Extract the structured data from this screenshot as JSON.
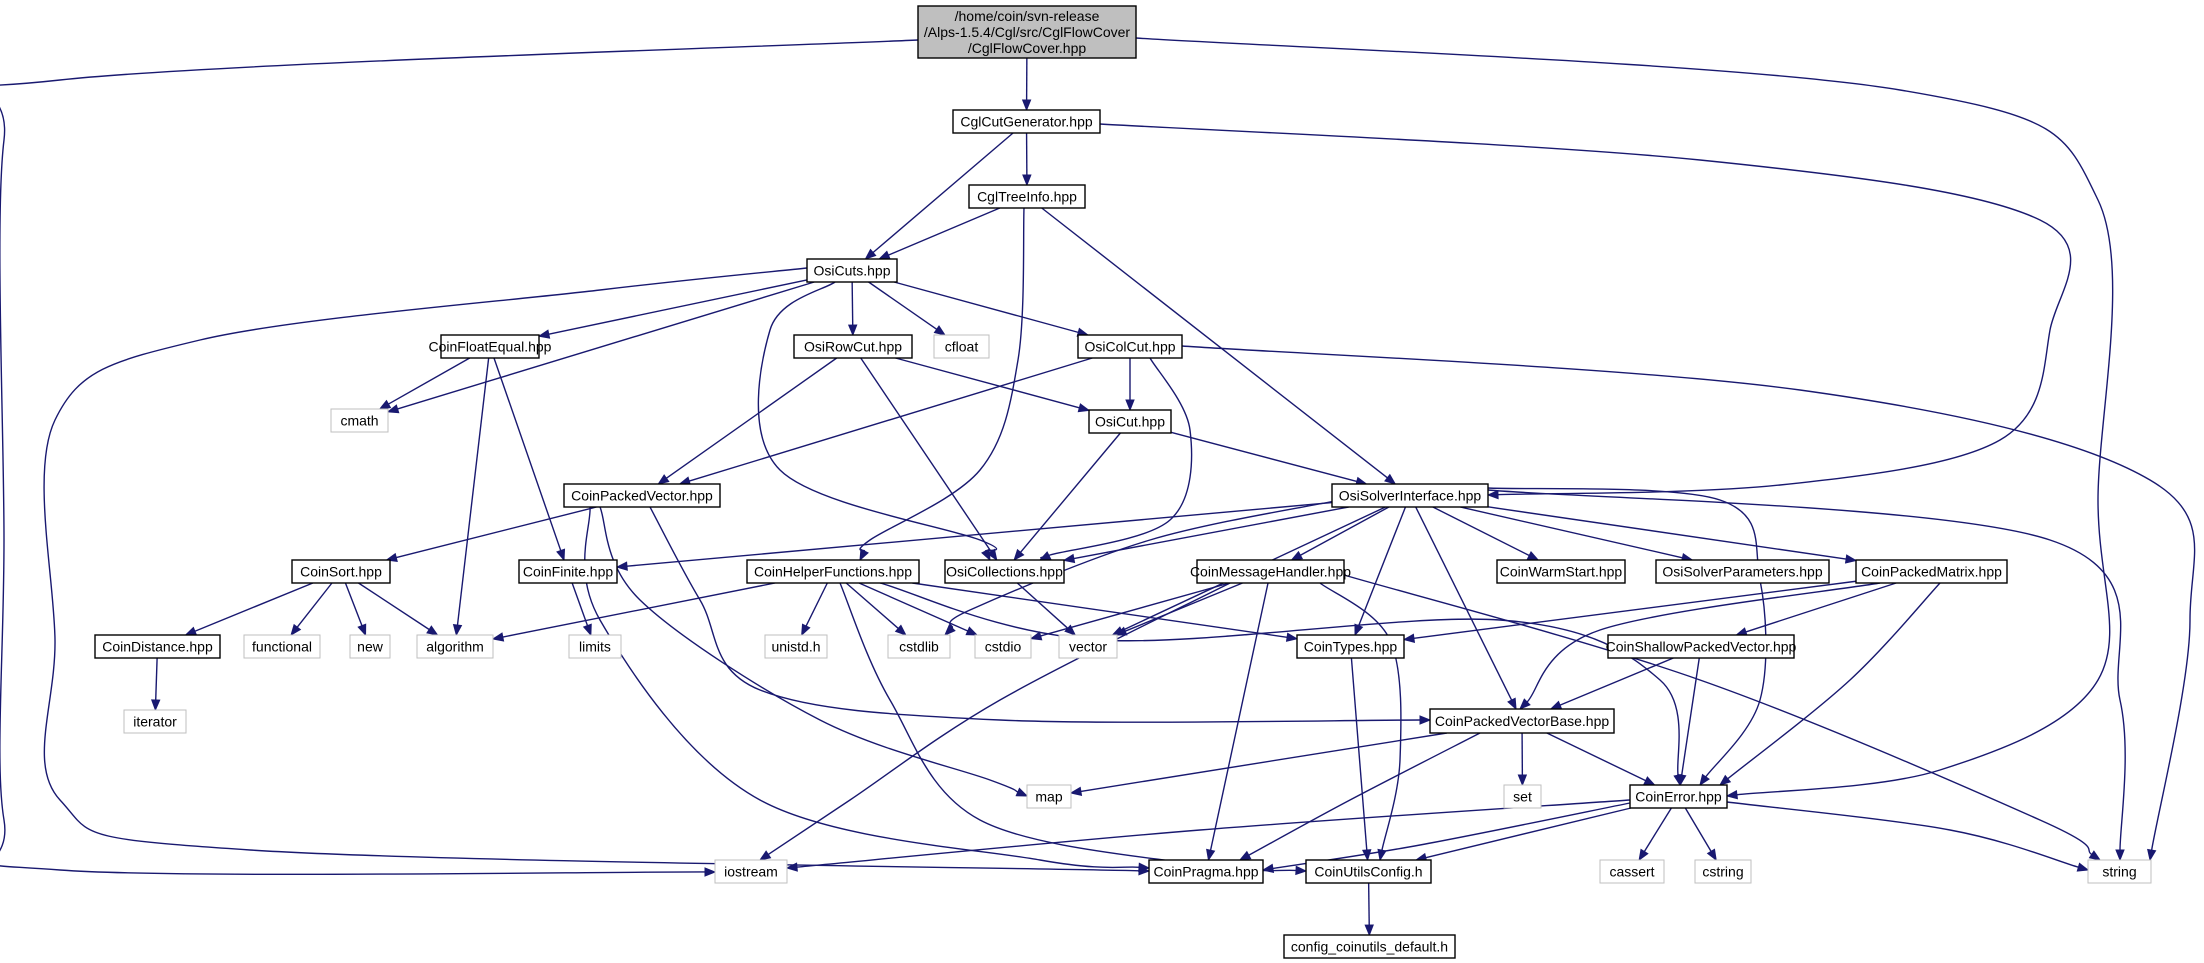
{
  "diagram": {
    "nodes": {
      "root": {
        "lines": [
          "/home/coin/svn-release",
          "/Alps-1.5.4/Cgl/src/CglFlowCover",
          "/CglFlowCover.hpp"
        ],
        "style": "root"
      },
      "cglcutgen": {
        "lines": [
          "CglCutGenerator.hpp"
        ],
        "style": "file"
      },
      "cgltreeinfo": {
        "lines": [
          "CglTreeInfo.hpp"
        ],
        "style": "file"
      },
      "osicuts": {
        "lines": [
          "OsiCuts.hpp"
        ],
        "style": "file"
      },
      "coinfloatequal": {
        "lines": [
          "CoinFloatEqual.hpp"
        ],
        "style": "file"
      },
      "osirowcut": {
        "lines": [
          "OsiRowCut.hpp"
        ],
        "style": "file"
      },
      "cfloat": {
        "lines": [
          "cfloat"
        ],
        "style": "external"
      },
      "osicolcut": {
        "lines": [
          "OsiColCut.hpp"
        ],
        "style": "file"
      },
      "cmath": {
        "lines": [
          "cmath"
        ],
        "style": "external"
      },
      "osicut": {
        "lines": [
          "OsiCut.hpp"
        ],
        "style": "file"
      },
      "coinpackedvector": {
        "lines": [
          "CoinPackedVector.hpp"
        ],
        "style": "file"
      },
      "osisolverinterface": {
        "lines": [
          "OsiSolverInterface.hpp"
        ],
        "style": "file"
      },
      "coinsort": {
        "lines": [
          "CoinSort.hpp"
        ],
        "style": "file"
      },
      "coinfinite": {
        "lines": [
          "CoinFinite.hpp"
        ],
        "style": "file"
      },
      "coinhelperfunctions": {
        "lines": [
          "CoinHelperFunctions.hpp"
        ],
        "style": "file"
      },
      "osicollections": {
        "lines": [
          "OsiCollections.hpp"
        ],
        "style": "file"
      },
      "coinmessagehandler": {
        "lines": [
          "CoinMessageHandler.hpp"
        ],
        "style": "file"
      },
      "coinwarmstart": {
        "lines": [
          "CoinWarmStart.hpp"
        ],
        "style": "file"
      },
      "osisolverparameters": {
        "lines": [
          "OsiSolverParameters.hpp"
        ],
        "style": "file"
      },
      "coinpackedmatrix": {
        "lines": [
          "CoinPackedMatrix.hpp"
        ],
        "style": "file"
      },
      "coindistance": {
        "lines": [
          "CoinDistance.hpp"
        ],
        "style": "file"
      },
      "functional": {
        "lines": [
          "functional"
        ],
        "style": "external"
      },
      "new": {
        "lines": [
          "new"
        ],
        "style": "external"
      },
      "algorithm": {
        "lines": [
          "algorithm"
        ],
        "style": "external"
      },
      "limits": {
        "lines": [
          "limits"
        ],
        "style": "external"
      },
      "unistd": {
        "lines": [
          "unistd.h"
        ],
        "style": "external"
      },
      "cstdlib": {
        "lines": [
          "cstdlib"
        ],
        "style": "external"
      },
      "cstdio": {
        "lines": [
          "cstdio"
        ],
        "style": "external"
      },
      "vector": {
        "lines": [
          "vector"
        ],
        "style": "external"
      },
      "cointypes": {
        "lines": [
          "CoinTypes.hpp"
        ],
        "style": "file"
      },
      "coinshallowpackedvector": {
        "lines": [
          "CoinShallowPackedVector.hpp"
        ],
        "style": "file"
      },
      "iterator": {
        "lines": [
          "iterator"
        ],
        "style": "external"
      },
      "coinpackedvectorbase": {
        "lines": [
          "CoinPackedVectorBase.hpp"
        ],
        "style": "file"
      },
      "map": {
        "lines": [
          "map"
        ],
        "style": "external"
      },
      "set": {
        "lines": [
          "set"
        ],
        "style": "external"
      },
      "coinerror": {
        "lines": [
          "CoinError.hpp"
        ],
        "style": "file"
      },
      "iostream": {
        "lines": [
          "iostream"
        ],
        "style": "external"
      },
      "coinpragma": {
        "lines": [
          "CoinPragma.hpp"
        ],
        "style": "file"
      },
      "coinutilsconfig": {
        "lines": [
          "CoinUtilsConfig.h"
        ],
        "style": "file"
      },
      "cassert": {
        "lines": [
          "cassert"
        ],
        "style": "external"
      },
      "cstring": {
        "lines": [
          "cstring"
        ],
        "style": "external"
      },
      "string": {
        "lines": [
          "string"
        ],
        "style": "external"
      },
      "configdefault": {
        "lines": [
          "config_coinutils_default.h"
        ],
        "style": "file"
      }
    },
    "edges": [
      [
        "root",
        "cglcutgen"
      ],
      [
        "root",
        "iostream"
      ],
      [
        "root",
        "coinerror"
      ],
      [
        "cglcutgen",
        "osicuts"
      ],
      [
        "cglcutgen",
        "cgltreeinfo"
      ],
      [
        "cglcutgen",
        "osisolverinterface"
      ],
      [
        "cgltreeinfo",
        "osicuts"
      ],
      [
        "cgltreeinfo",
        "coinhelperfunctions"
      ],
      [
        "cgltreeinfo",
        "osisolverinterface"
      ],
      [
        "osicuts",
        "osirowcut"
      ],
      [
        "osicuts",
        "cfloat"
      ],
      [
        "osicuts",
        "osicolcut"
      ],
      [
        "osicuts",
        "coinfloatequal"
      ],
      [
        "osicuts",
        "cmath"
      ],
      [
        "osicuts",
        "osicollections"
      ],
      [
        "osicuts",
        "coinpragma"
      ],
      [
        "coinfloatequal",
        "cmath"
      ],
      [
        "coinfloatequal",
        "algorithm"
      ],
      [
        "coinfloatequal",
        "coinfinite"
      ],
      [
        "osirowcut",
        "coinpackedvector"
      ],
      [
        "osirowcut",
        "osicut"
      ],
      [
        "osirowcut",
        "osicollections"
      ],
      [
        "osicolcut",
        "osicut"
      ],
      [
        "osicolcut",
        "coinpackedvector"
      ],
      [
        "osicolcut",
        "osicollections"
      ],
      [
        "osicolcut",
        "string"
      ],
      [
        "osicut",
        "osicollections"
      ],
      [
        "osicut",
        "osisolverinterface"
      ],
      [
        "coinpackedvector",
        "coinsort"
      ],
      [
        "coinpackedvector",
        "coinpragma"
      ],
      [
        "coinpackedvector",
        "coinpackedvectorbase"
      ],
      [
        "coinpackedvector",
        "map"
      ],
      [
        "coinsort",
        "coindistance"
      ],
      [
        "coinsort",
        "functional"
      ],
      [
        "coinsort",
        "new"
      ],
      [
        "coinsort",
        "algorithm"
      ],
      [
        "coindistance",
        "iterator"
      ],
      [
        "coinfinite",
        "limits"
      ],
      [
        "coinhelperfunctions",
        "algorithm"
      ],
      [
        "coinhelperfunctions",
        "unistd"
      ],
      [
        "coinhelperfunctions",
        "cstdlib"
      ],
      [
        "coinhelperfunctions",
        "cstdio"
      ],
      [
        "coinhelperfunctions",
        "cointypes"
      ],
      [
        "coinhelperfunctions",
        "coinerror"
      ],
      [
        "coinhelperfunctions",
        "coinutilsconfig"
      ],
      [
        "osisolverinterface",
        "coinfinite"
      ],
      [
        "osisolverinterface",
        "osicollections"
      ],
      [
        "osisolverinterface",
        "coinmessagehandler"
      ],
      [
        "osisolverinterface",
        "coinwarmstart"
      ],
      [
        "osisolverinterface",
        "osisolverparameters"
      ],
      [
        "osisolverinterface",
        "coinpackedmatrix"
      ],
      [
        "osisolverinterface",
        "cstdlib"
      ],
      [
        "osisolverinterface",
        "vector"
      ],
      [
        "osisolverinterface",
        "cointypes"
      ],
      [
        "osisolverinterface",
        "coinpackedvectorbase"
      ],
      [
        "osisolverinterface",
        "coinerror"
      ],
      [
        "osisolverinterface",
        "string"
      ],
      [
        "osicollections",
        "vector"
      ],
      [
        "coinmessagehandler",
        "cstdio"
      ],
      [
        "coinmessagehandler",
        "vector"
      ],
      [
        "coinmessagehandler",
        "iostream"
      ],
      [
        "coinmessagehandler",
        "coinpragma"
      ],
      [
        "coinmessagehandler",
        "coinutilsconfig"
      ],
      [
        "coinmessagehandler",
        "string"
      ],
      [
        "coinpackedmatrix",
        "cointypes"
      ],
      [
        "coinpackedmatrix",
        "coinshallowpackedvector"
      ],
      [
        "coinpackedmatrix",
        "coinpackedvectorbase"
      ],
      [
        "coinpackedmatrix",
        "coinerror"
      ],
      [
        "coinshallowpackedvector",
        "coinpackedvectorbase"
      ],
      [
        "coinshallowpackedvector",
        "coinerror"
      ],
      [
        "cointypes",
        "coinutilsconfig"
      ],
      [
        "coinpackedvectorbase",
        "map"
      ],
      [
        "coinpackedvectorbase",
        "set"
      ],
      [
        "coinpackedvectorbase",
        "coinerror"
      ],
      [
        "coinpackedvectorbase",
        "coinpragma"
      ],
      [
        "coinerror",
        "iostream"
      ],
      [
        "coinerror",
        "coinpragma"
      ],
      [
        "coinerror",
        "coinutilsconfig"
      ],
      [
        "coinerror",
        "cassert"
      ],
      [
        "coinerror",
        "cstring"
      ],
      [
        "coinerror",
        "string"
      ],
      [
        "coinutilsconfig",
        "configdefault"
      ]
    ]
  }
}
